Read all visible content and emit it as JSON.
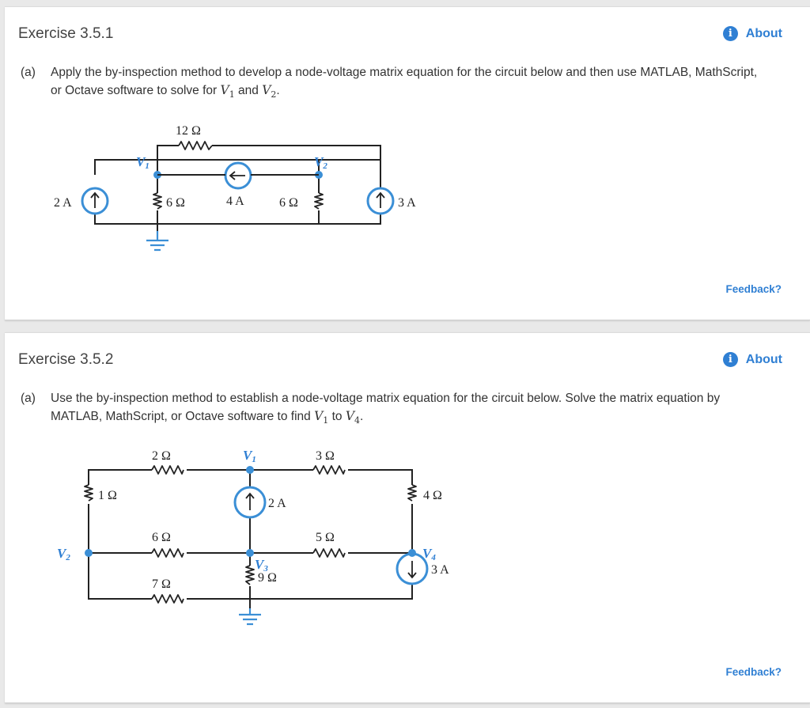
{
  "exercise1": {
    "title": "Exercise 3.5.1",
    "about_label": "About",
    "question_tag": "(a)",
    "question_line1": "Apply the by-inspection method to develop a node-voltage matrix equation for the circuit below and then use MATLAB, MathScript,",
    "question_line2_prefix": "or Octave software to solve for ",
    "question_line2_and": " and ",
    "question_line2_end": ".",
    "var_a": "V",
    "var_a_sub": "1",
    "var_b": "V",
    "var_b_sub": "2",
    "feedback_label": "Feedback?",
    "circuit": {
      "r_top": "12 Ω",
      "r_left": "6 Ω",
      "r_right": "6 Ω",
      "i_left": "2 A",
      "i_mid": "4 A",
      "i_right": "3 A",
      "node_v1": "V",
      "node_v1_sub": "1",
      "node_v2": "V",
      "node_v2_sub": "2"
    }
  },
  "exercise2": {
    "title": "Exercise 3.5.2",
    "about_label": "About",
    "question_tag": "(a)",
    "question_line1": "Use the by-inspection method to establish a node-voltage matrix equation for the circuit below. Solve the matrix equation by",
    "question_line2_prefix": "MATLAB, MathScript, or Octave software to find ",
    "question_line2_and": " to ",
    "question_line2_end": ".",
    "var_a": "V",
    "var_a_sub": "1",
    "var_b": "V",
    "var_b_sub": "4",
    "feedback_label": "Feedback?",
    "circuit": {
      "r_2": "2 Ω",
      "r_3": "3 Ω",
      "r_1": "1 Ω",
      "r_4": "4 Ω",
      "r_6": "6 Ω",
      "r_5": "5 Ω",
      "r_9": "9 Ω",
      "r_7": "7 Ω",
      "i_2": "2 A",
      "i_3": "3 A",
      "node_v1": "V",
      "node_v1_sub": "1",
      "node_v2": "V",
      "node_v2_sub": "2",
      "node_v3": "V",
      "node_v3_sub": "3",
      "node_v4": "V",
      "node_v4_sub": "4"
    }
  },
  "colors": {
    "accent": "#2f7fd3",
    "node": "#3b8fd6",
    "background": "#e9e9e9",
    "card": "#ffffff"
  }
}
